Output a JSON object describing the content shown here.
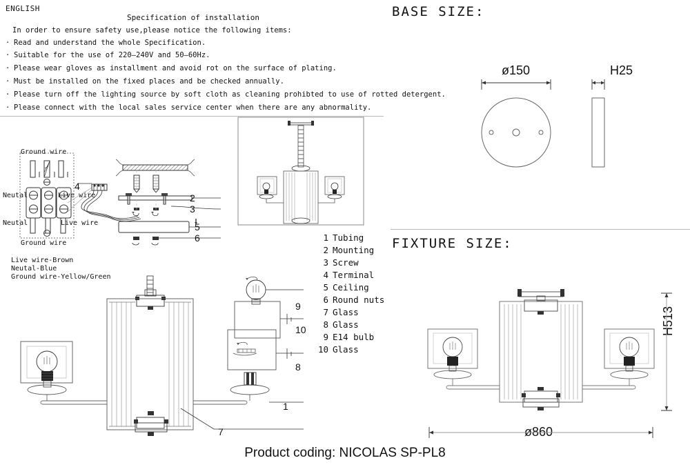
{
  "spec": {
    "language": "ENGLISH",
    "title": "Specification of installation",
    "intro": "In order to ensure safety use,please notice the following items:",
    "items": [
      "Read and understand the whole Specification.",
      "Suitable for the use of 220–240V and 50–60Hz.",
      "Please wear gloves as installment and avoid rot on the surface of plating.",
      "Must be installed on the fixed places and be checked annually.",
      "Please turn off the lighting source by soft cloth as cleaning prohibted to use of rotted detergent.",
      "Please connect with the local sales service center when there are any abnormality."
    ]
  },
  "wiring": {
    "ground_top": "Ground wire",
    "ground_bottom": "Ground wire",
    "neutral_top": "Neutal",
    "live_top": "Live wire",
    "neutral_bottom": "Neutal",
    "live_bottom": "Live wire",
    "legend": {
      "live": "Live wire-Brown",
      "neutral": "Neutal-Blue",
      "ground": "Ground wire-Yellow/Green"
    }
  },
  "parts": [
    {
      "num": "1",
      "label": "Tubing"
    },
    {
      "num": "2",
      "label": "Mounting"
    },
    {
      "num": "3",
      "label": "Screw"
    },
    {
      "num": "4",
      "label": "Terminal"
    },
    {
      "num": "5",
      "label": "Ceiling"
    },
    {
      "num": "6",
      "label": "Round nuts"
    },
    {
      "num": "7",
      "label": "Glass"
    },
    {
      "num": "8",
      "label": "Glass"
    },
    {
      "num": "9",
      "label": "E14 bulb"
    },
    {
      "num": "10",
      "label": "Glass"
    }
  ],
  "callouts": {
    "c1_lower": "1",
    "c2": "2",
    "c3": "3",
    "c4": "4",
    "c5": "5",
    "c6": "6",
    "c7": "7",
    "c8": "8",
    "c9": "9",
    "c10": "10"
  },
  "base_size": {
    "heading": "BASE SIZE:",
    "diameter": "ø150",
    "height": "H25"
  },
  "fixture_size": {
    "heading": "FIXTURE SIZE:",
    "diameter": "ø860",
    "height": "H513"
  },
  "product_coding": "Product coding: NICOLAS SP-PL8",
  "colors": {
    "line": "#333333",
    "light_line": "#999999",
    "text": "#111111"
  }
}
